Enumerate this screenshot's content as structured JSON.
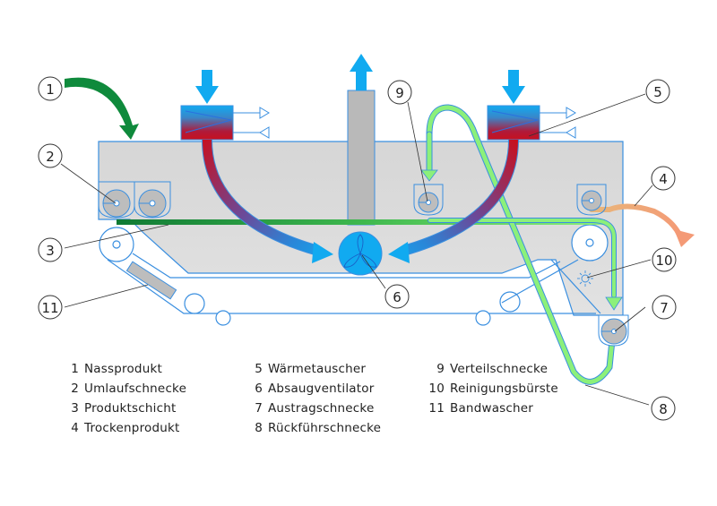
{
  "title": "Bandtrockner Prinzipschema",
  "colors": {
    "housing_fill": "#d9d9d9",
    "outline_blue": "#3a8fe0",
    "air_blue": "#11aaf0",
    "hot_red": "#c8101e",
    "wet_product_green": "#0f8a3c",
    "return_green": "#8cf07a",
    "dry_product_orange": "#f4a07a",
    "screw_gray": "#bdbdbd"
  },
  "callouts": [
    {
      "id": "1",
      "label": "1"
    },
    {
      "id": "2",
      "label": "2"
    },
    {
      "id": "3",
      "label": "3"
    },
    {
      "id": "4",
      "label": "4"
    },
    {
      "id": "5",
      "label": "5"
    },
    {
      "id": "6",
      "label": "6"
    },
    {
      "id": "7",
      "label": "7"
    },
    {
      "id": "8",
      "label": "8"
    },
    {
      "id": "9",
      "label": "9"
    },
    {
      "id": "10",
      "label": "10"
    },
    {
      "id": "11",
      "label": "11"
    }
  ],
  "legend": [
    {
      "num": "1",
      "text": "Nassprodukt"
    },
    {
      "num": "2",
      "text": "Umlaufschnecke"
    },
    {
      "num": "3",
      "text": "Produktschicht"
    },
    {
      "num": "4",
      "text": "Trockenprodukt"
    },
    {
      "num": "5",
      "text": "Wärmetauscher"
    },
    {
      "num": "6",
      "text": "Absaugventilator"
    },
    {
      "num": "7",
      "text": "Austragschnecke"
    },
    {
      "num": "8",
      "text": "Rückführschnecke"
    },
    {
      "num": "9",
      "text": "Verteilschnecke"
    },
    {
      "num": "10",
      "text": "Reinigungsbürste"
    },
    {
      "num": "11",
      "text": "Bandwascher"
    }
  ]
}
